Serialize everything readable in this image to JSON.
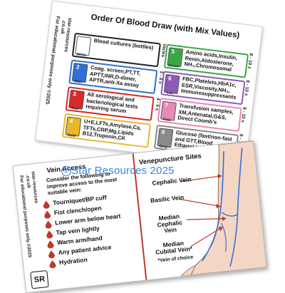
{
  "top_card": {
    "title": "Order Of Blood Draw (with Mix Values)",
    "side_texts": [
      "star-resources",
      ".co.uk",
      "For educational purposes only ©2025"
    ],
    "rows": [
      {
        "tube": "White",
        "num": "",
        "text": "Blood cultures (bottles)",
        "mix": "Varies",
        "color": "#ffffff"
      },
      {
        "tube": "Blue",
        "num": "2",
        "text": "Coag. screen,PT,TT, APTT,INR,D-dimer, APTR,anti-Xa assay",
        "mix": "3 - 4 x",
        "color": "#2f6fd6"
      },
      {
        "tube": "Red",
        "num": "3",
        "text": "All serological and bacteriological tests requiring serum",
        "mix": "4 - 5 x",
        "color": "#d62a2a"
      },
      {
        "tube": "Gold",
        "num": "4",
        "text": "U+E,LFTs,Amylase,Ca, TFTs,CRP,Mg,Lipids B12,Troponin,CK",
        "mix": "5 x",
        "color": "#e8b82c"
      },
      {
        "tube": "Green",
        "num": "5",
        "text": "Amino acids,Insulin, Renin,Aldosterone, NH₃,Chromosomal",
        "mix": "8 - 10 x",
        "color": "#3aa845"
      },
      {
        "tube": "Lav.",
        "num": "6",
        "text": "FBC,Platelets,HbA1c, ESR,Viscosity,NH₃, Immunosuppressants",
        "mix": "8 - 10 x",
        "color": "#8d5bb8"
      },
      {
        "tube": "Pink",
        "num": "7",
        "text": "Transfusion samples, XM,Antenatal,G&S, Direct Coomb's",
        "mix": "8 - 10 x",
        "color": "#e88ab4"
      },
      {
        "tube": "Grey",
        "num": "8",
        "text": "Glucose (fast/non-fast and GTT,Blood Ethanol,Lactate",
        "mix": "8 - 10 x",
        "color": "#8a8a8a"
      }
    ]
  },
  "front_card": {
    "vein_access_title": "Vein Access",
    "intro": "Consider the following to improve access to the most suitable vein:",
    "tips": [
      "Tourniquet/BP cuff",
      "Fist clench/open",
      "Lower arm below heart",
      "Tap vein lightly",
      "Warm arm/hand",
      "Any patient advice",
      "Hydration"
    ],
    "side_texts": [
      "star-resources",
      ".co.uk",
      "For educational purposes only ©2025"
    ],
    "logo": "SR",
    "venepuncture_title": "Venepuncture Sites",
    "veins": [
      "Cephalic Vein",
      "Basilic Vein",
      "Median Cephalic Vein",
      "Median Cubital Vein*"
    ],
    "vein_note": "*Vein of choice"
  },
  "watermark": {
    "symbol": "©",
    "text": "Star Resources 2025",
    "color": "#3a83d6"
  },
  "colors": {
    "accent_red": "#c0392b",
    "vein_blue": "#3b6fd4"
  }
}
